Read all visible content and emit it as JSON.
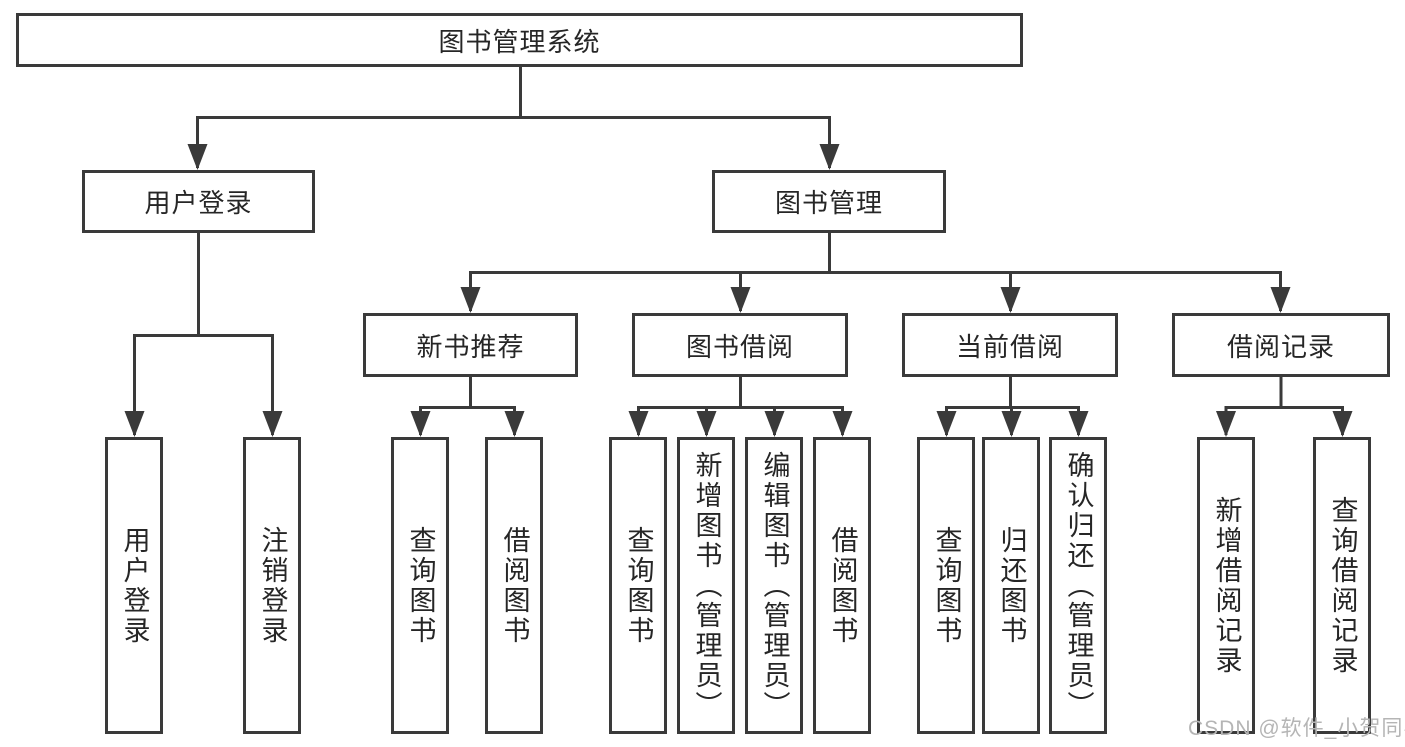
{
  "diagram": {
    "title_node": {
      "label": "图书管理系统"
    },
    "level2": [
      {
        "id": "login",
        "label": "用户登录"
      },
      {
        "id": "mgmt",
        "label": "图书管理"
      }
    ],
    "level3": [
      {
        "id": "newbook",
        "label": "新书推荐",
        "parent": "图书管理"
      },
      {
        "id": "borrow",
        "label": "图书借阅",
        "parent": "图书管理"
      },
      {
        "id": "current",
        "label": "当前借阅",
        "parent": "图书管理"
      },
      {
        "id": "records",
        "label": "借阅记录",
        "parent": "图书管理"
      }
    ],
    "leaves": [
      {
        "label": "用户登录",
        "parent": "用户登录"
      },
      {
        "label": "注销登录",
        "parent": "用户登录"
      },
      {
        "label": "查询图书",
        "parent": "新书推荐"
      },
      {
        "label": "借阅图书",
        "parent": "新书推荐"
      },
      {
        "label": "查询图书",
        "parent": "图书借阅"
      },
      {
        "label": "新增图书（管理员）",
        "parent": "图书借阅"
      },
      {
        "label": "编辑图书（管理员）",
        "parent": "图书借阅"
      },
      {
        "label": "借阅图书",
        "parent": "图书借阅"
      },
      {
        "label": "查询图书",
        "parent": "当前借阅"
      },
      {
        "label": "归还图书",
        "parent": "当前借阅"
      },
      {
        "label": "确认归还（管理员）",
        "parent": "当前借阅"
      },
      {
        "label": "新增借阅记录",
        "parent": "借阅记录"
      },
      {
        "label": "查询借阅记录",
        "parent": "借阅记录"
      }
    ],
    "colors": {
      "line": "#3a3a3a",
      "box_border": "#3a3a3a",
      "box_fill": "#ffffff",
      "text": "#262626",
      "watermark": "#b5b5b5",
      "background": "#ffffff"
    }
  },
  "watermark": {
    "text": "CSDN @软件_小贺同学"
  }
}
